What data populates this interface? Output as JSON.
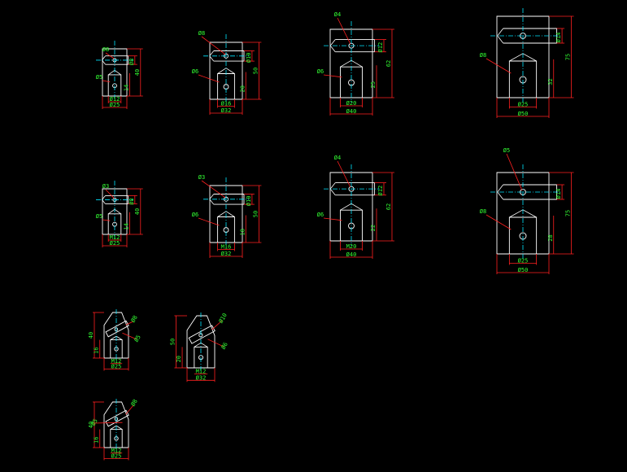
{
  "colors": {
    "background": "#000000",
    "part": "#ffffff",
    "dimension": "#ff2020",
    "text": "#33ff33",
    "center": "#00e5ff"
  },
  "parts": [
    {
      "key": "a1",
      "labels": {
        "top": "Ø8",
        "side": "Ø5",
        "w1": "Ø12",
        "w2": "Ø25",
        "h1": "Ø8",
        "h2": "40",
        "h3": "14"
      }
    },
    {
      "key": "a2",
      "labels": {
        "top": "Ø8",
        "side": "Ø6",
        "w1": "Ø16",
        "w2": "Ø32",
        "h1": "Ø10",
        "h2": "50",
        "h3": "20"
      }
    },
    {
      "key": "a3",
      "labels": {
        "top": "Ø4",
        "side": "Ø6",
        "w1": "Ø20",
        "w2": "Ø40",
        "h1": "Ø12",
        "h2": "62",
        "h3": "25"
      }
    },
    {
      "key": "a4",
      "labels": {
        "top": "",
        "side": "Ø8",
        "w1": "Ø25",
        "w2": "Ø50",
        "h1": "Ø14",
        "h2": "75",
        "h3": "32"
      }
    },
    {
      "key": "b1",
      "labels": {
        "top": "Ø3",
        "side": "Ø5",
        "w1": "M12",
        "w2": "Ø25",
        "h1": "Ø8",
        "h2": "40",
        "h3": "14"
      }
    },
    {
      "key": "b2",
      "labels": {
        "top": "Ø3",
        "side": "Ø6",
        "w1": "M16",
        "w2": "Ø32",
        "h1": "Ø10",
        "h2": "50",
        "h3": "18"
      }
    },
    {
      "key": "b3",
      "labels": {
        "top": "Ø4",
        "side": "Ø6",
        "w1": "M20",
        "w2": "Ø40",
        "h1": "Ø12",
        "h2": "62",
        "h3": "22"
      }
    },
    {
      "key": "b4",
      "labels": {
        "top": "Ø5",
        "side": "Ø8",
        "w1": "Ø25",
        "w2": "Ø50",
        "h1": "Ø14",
        "h2": "75",
        "h3": "28"
      }
    },
    {
      "key": "c1",
      "labels": {
        "top": "Ø8",
        "side": "Ø5",
        "w1": "M12",
        "w2": "Ø25",
        "h1": "40",
        "h2": "16"
      }
    },
    {
      "key": "c2",
      "labels": {
        "top": "Ø10",
        "side": "Ø6",
        "w1": "M12",
        "w2": "Ø32",
        "h1": "50",
        "h2": "20"
      }
    },
    {
      "key": "c3",
      "labels": {
        "top": "Ø8",
        "side": "Ø5",
        "w1": "M12",
        "w2": "Ø25",
        "h1": "40",
        "h2": "16"
      }
    }
  ]
}
